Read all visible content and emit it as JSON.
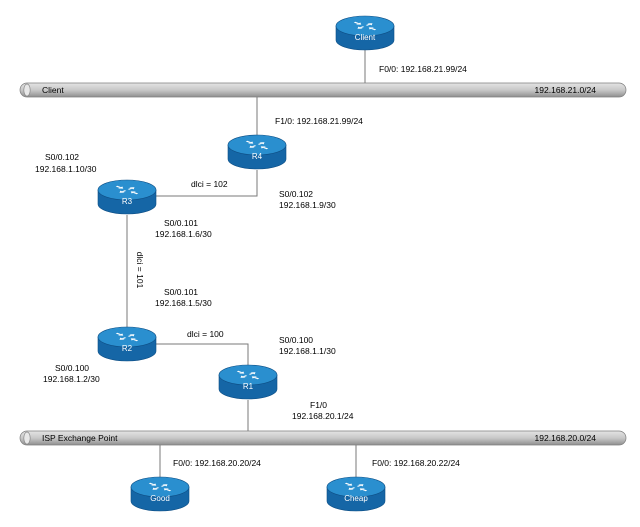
{
  "colors": {
    "router_top": "#2a8fcf",
    "router_side": "#1566a6",
    "router_rim": "#0e4f86",
    "arrow": "#ffffff",
    "link": "#7a7a7a",
    "bus_top": "#d4d4d4",
    "bus_bottom": "#8f8f8f"
  },
  "buses": {
    "client": {
      "label": "Client",
      "network": "192.168.21.0/24"
    },
    "isp": {
      "label": "ISP Exchange Point",
      "network": "192.168.20.0/24"
    }
  },
  "routers": {
    "client": {
      "label": "Client",
      "icon": "router-icon"
    },
    "r4": {
      "label": "R4",
      "icon": "router-icon"
    },
    "r3": {
      "label": "R3",
      "icon": "router-icon"
    },
    "r2": {
      "label": "R2",
      "icon": "router-icon"
    },
    "r1": {
      "label": "R1",
      "icon": "router-icon"
    },
    "good": {
      "label": "Good",
      "icon": "router-icon"
    },
    "cheap": {
      "label": "Cheap",
      "icon": "router-icon"
    }
  },
  "interfaces": {
    "client_f00": "F0/0: 192.168.21.99/24",
    "r4_f10": "F1/0: 192.168.21.99/24",
    "r4_s0102_name": "S0/0.102",
    "r4_s0102_ip": "192.168.1.9/30",
    "r3_s0102_name": "S0/0.102",
    "r3_s0102_ip": "192.168.1.10/30",
    "r3_s0101_name": "S0/0.101",
    "r3_s0101_ip": "192.168.1.6/30",
    "r2_s0101_name": "S0/0.101",
    "r2_s0101_ip": "192.168.1.5/30",
    "r2_s0100_name": "S0/0.100",
    "r2_s0100_ip": "192.168.1.2/30",
    "r1_s0100_name": "S0/0.100",
    "r1_s0100_ip": "192.168.1.1/30",
    "r1_f10_name": "F1/0",
    "r1_f10_ip": "192.168.20.1/24",
    "good_f00": "F0/0: 192.168.20.20/24",
    "cheap_f00": "F0/0: 192.168.20.22/24"
  },
  "dlci": {
    "r4_r3": "dlci = 102",
    "r3_r2": "dlci = 101",
    "r2_r1": "dlci = 100"
  }
}
